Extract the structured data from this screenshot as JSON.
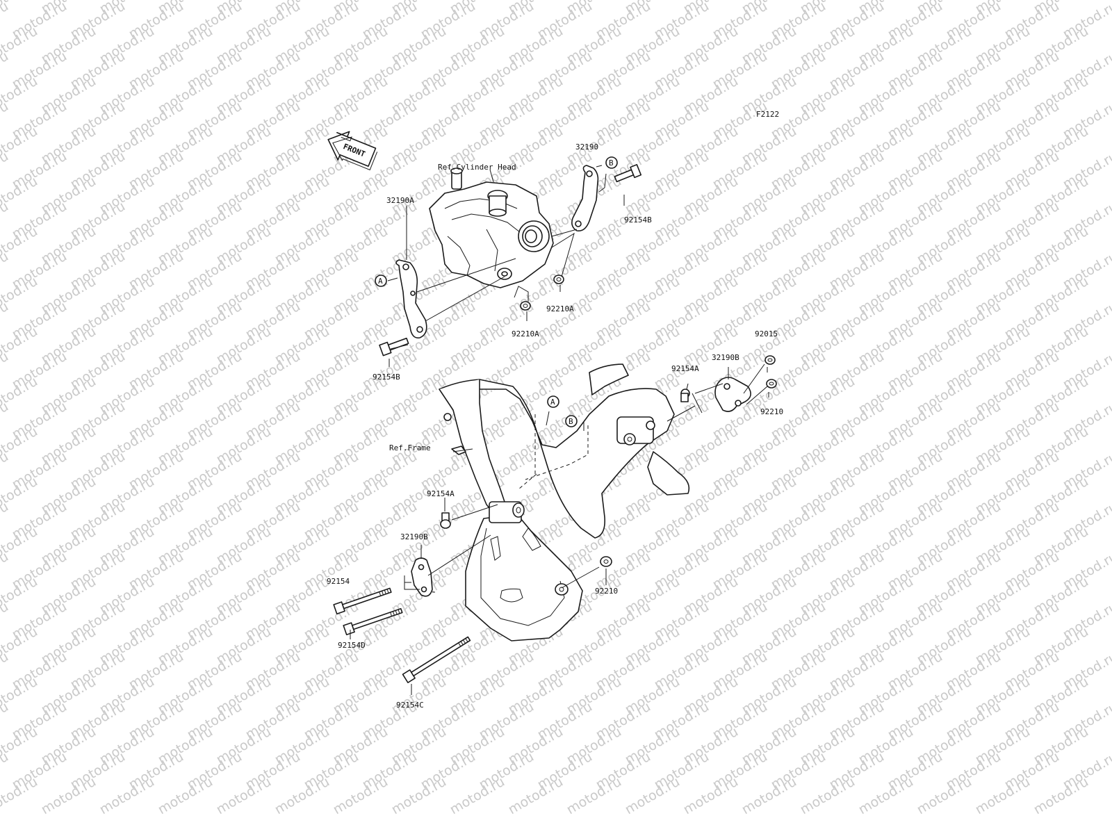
{
  "watermark": {
    "text": "motod.ru",
    "color": "#c9c9c9"
  },
  "figure_code": "F2122",
  "front_arrow": {
    "text": "FRONT",
    "icon": "front-arrow-icon"
  },
  "labels": {
    "ref_cylinder_head": "Ref.Cylinder Head",
    "ref_frame": "Ref.Frame",
    "p32190": "32190",
    "p92154B_right": "92154B",
    "p32190A": "32190A",
    "p92210A_right": "92210A",
    "p92210A_left": "92210A",
    "p92154B_left": "92154B",
    "p92015": "92015",
    "p32190B_right": "32190B",
    "p92154A_right": "92154A",
    "p92210_right": "92210",
    "p92154A_left": "92154A",
    "p32190B_left": "32190B",
    "p92154": "92154",
    "p92154D": "92154D",
    "p92210_bottom": "92210",
    "p92154C": "92154C"
  },
  "markers": {
    "a_upper": "A",
    "b_upper": "B",
    "a_frame": "A",
    "b_frame": "B"
  }
}
